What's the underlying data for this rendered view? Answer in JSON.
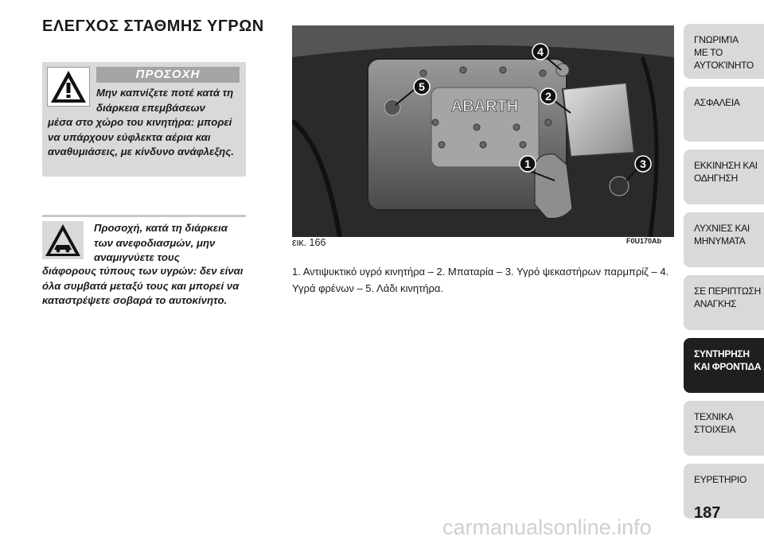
{
  "title": "ΕΛΕΓΧΟΣ ΣΤΑΘΜΗΣ ΥΓΡΩΝ",
  "warning_box": {
    "header": "ΠΡΟΣΟΧΗ",
    "text_line1": "Μην καπνίζετε ποτέ κατά τη διάρκεια επεμβάσεων",
    "text_line2": "μέσα στο χώρο του κινητήρα: μπορεί να υπάρχουν εύφλεκτα αέρια και αναθυμιάσεις, με κίνδυνο ανάφλεξης."
  },
  "caution_box": {
    "text_line1": "Προσοχή, κατά τη διάρκεια των ανεφοδιασμών, μην αναμιγνύετε τους",
    "text_line2": "διάφορους τύπους των υγρών: δεν είναι όλα συμβατά μεταξύ τους και μπορεί να καταστρέψετε σοβαρά το αυτοκίνητο."
  },
  "figure": {
    "label": "εικ. 166",
    "code": "F0U170Ab",
    "logo_text": "ABARTH",
    "callouts": [
      "1",
      "2",
      "3",
      "4",
      "5"
    ],
    "caption": "1. Αντιψυκτικό υγρό κινητήρα – 2. Μπαταρία – 3. Υγρό ψεκαστήρων παρμπρίζ – 4. Υγρά φρένων – 5. Λάδι κινητήρα."
  },
  "sidebar": {
    "tabs": [
      {
        "label": "ΓΝΩΡΙΜΊΑ\nΜΕ ΤΟ\nΑΥΤΟΚΊΝΗΤΟ",
        "active": false
      },
      {
        "label": "ΑΣΦΑΛΕΙΑ",
        "active": false
      },
      {
        "label": "ΕΚΚΙΝΗΣΗ ΚΑΙ\nΟΔΗΓΗΣΗ",
        "active": false
      },
      {
        "label": "ΛΥΧΝΙΕΣ ΚΑΙ\nΜΗΝΥΜΑΤΑ",
        "active": false
      },
      {
        "label": "ΣΕ ΠΕΡΙΠΤΩΣΗ\nΑΝΑΓΚΗΣ",
        "active": false
      },
      {
        "label": "ΣΥΝΤΗΡΗΣΗ\nΚΑΙ ΦΡΟΝΤΙΔΑ",
        "active": true
      },
      {
        "label": "ΤΕΧΝΙΚΑ\nΣΤΟΙΧΕΙΑ",
        "active": false
      },
      {
        "label": "ΕΥΡΕΤΗΡΙΟ",
        "active": false
      }
    ]
  },
  "page_number": "187",
  "watermark": "carmanualsonline.info"
}
